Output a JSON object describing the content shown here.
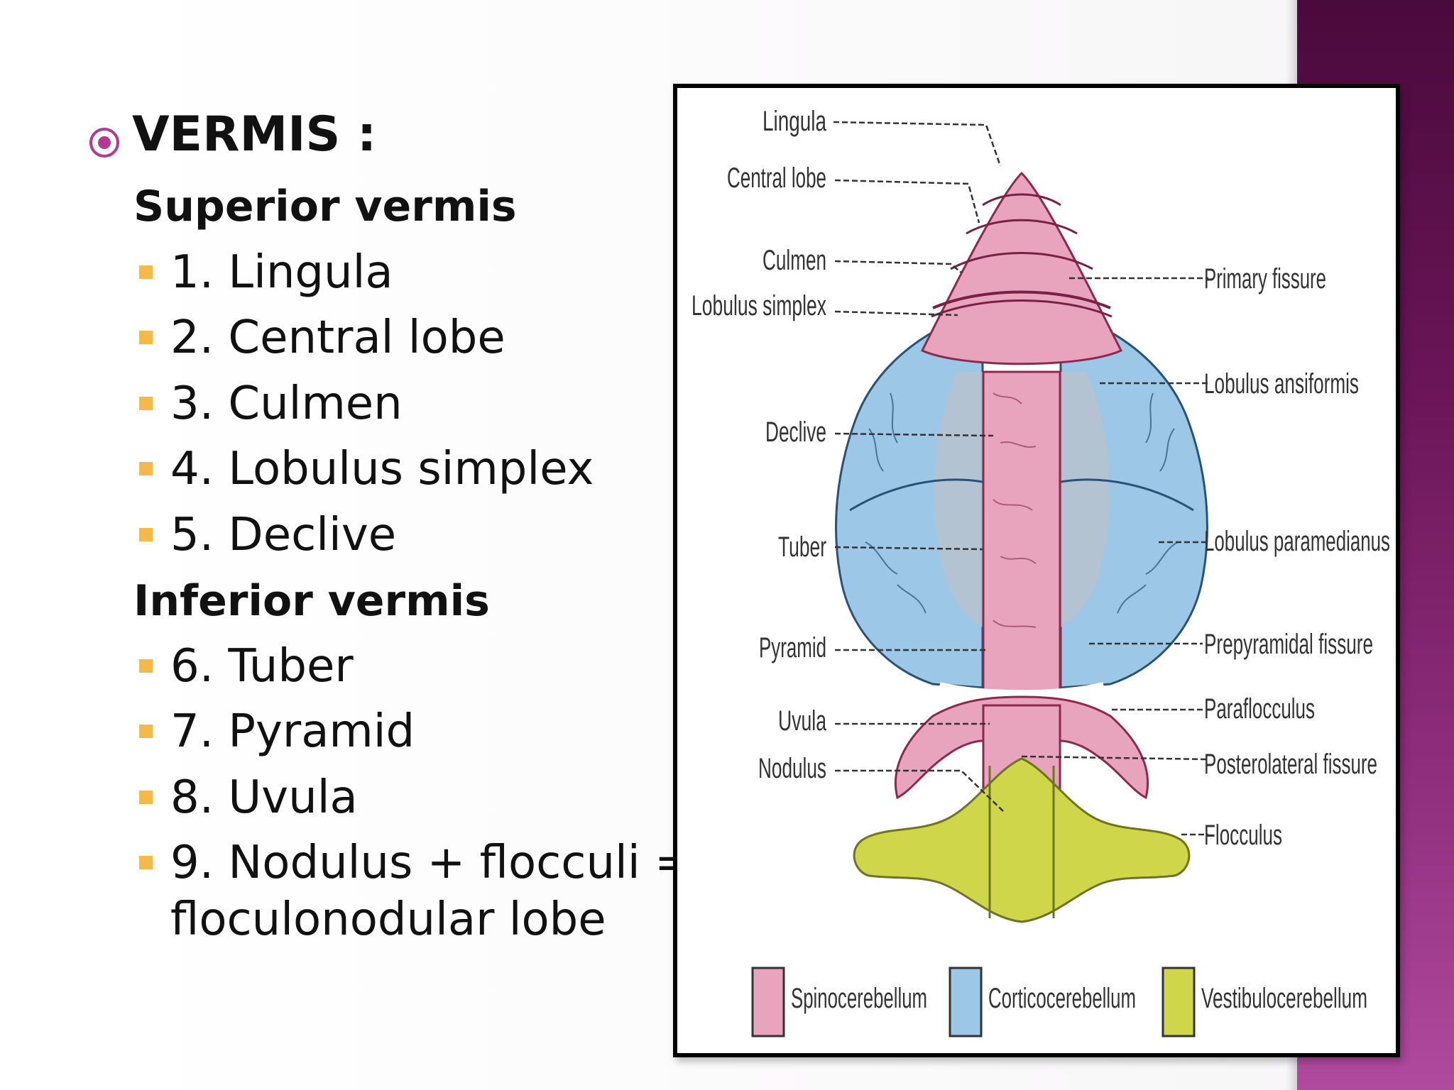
{
  "slide": {
    "heading": "VERMIS :",
    "superior_heading": "Superior vermis",
    "superior_items": [
      "1. Lingula",
      "2. Central lobe",
      "3. Culmen",
      "4. Lobulus simplex",
      "5. Declive"
    ],
    "inferior_heading": "Inferior vermis",
    "inferior_items": [
      "6. Tuber",
      "7. Pyramid",
      "8. Uvula",
      "9. Nodulus + flocculi =",
      "floculonodular lobe"
    ],
    "accent_color": "#b03a94",
    "bullet_color": "#f5b84a",
    "band_color": "#6a1557"
  },
  "figure": {
    "left_labels": [
      "Lingula",
      "Central lobe",
      "Culmen",
      "Lobulus simplex",
      "Declive",
      "Tuber",
      "Pyramid",
      "Uvula",
      "Nodulus"
    ],
    "right_labels": [
      "Primary fissure",
      "Lobulus ansiformis",
      "Lobulus paramedianus",
      "Prepyramidal fissure",
      "Paraflocculus",
      "Posterolateral fissure",
      "Flocculus"
    ],
    "legend": [
      "Spinocerebellum",
      "Corticocerebellum",
      "Vestibulocerebellum"
    ],
    "colors": {
      "spinocerebellum": "#e8a3bd",
      "corticocerebellum": "#9dc7e6",
      "vestibulocerebellum": "#cfd64a"
    }
  }
}
